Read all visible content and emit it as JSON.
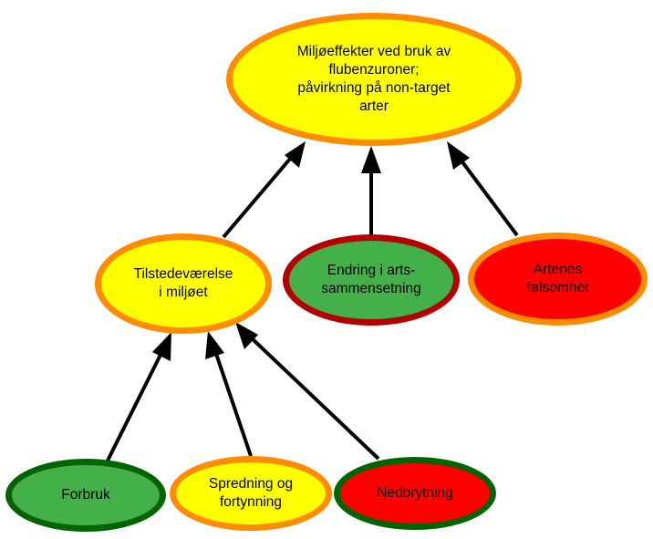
{
  "colors": {
    "fill_yellow": "#ffff00",
    "fill_green": "#44b04a",
    "fill_red": "#ff0000",
    "border_orange": "#ff8c00",
    "border_darkgreen": "#006400",
    "border_darkred": "#b30000",
    "arrow": "#000000"
  },
  "nodes": {
    "root": "Miljøeffekter ved bruk av\nflubenzuroner;\npåvirkning på non-target\narter",
    "tilstede": "Tilstedeværelse\ni miljøet",
    "endring": "Endring i arts-\nsammensetning",
    "artenes": "Artenes\nfølsomhet",
    "forbruk": "Forbruk",
    "spredning": "Spredning og\nfortynning",
    "nedbrytning": "Nedbrytning"
  },
  "edges": [
    {
      "from": "tilstede",
      "to": "root"
    },
    {
      "from": "endring",
      "to": "root"
    },
    {
      "from": "artenes",
      "to": "root"
    },
    {
      "from": "forbruk",
      "to": "tilstede"
    },
    {
      "from": "spredning",
      "to": "tilstede"
    },
    {
      "from": "nedbrytning",
      "to": "tilstede"
    }
  ]
}
